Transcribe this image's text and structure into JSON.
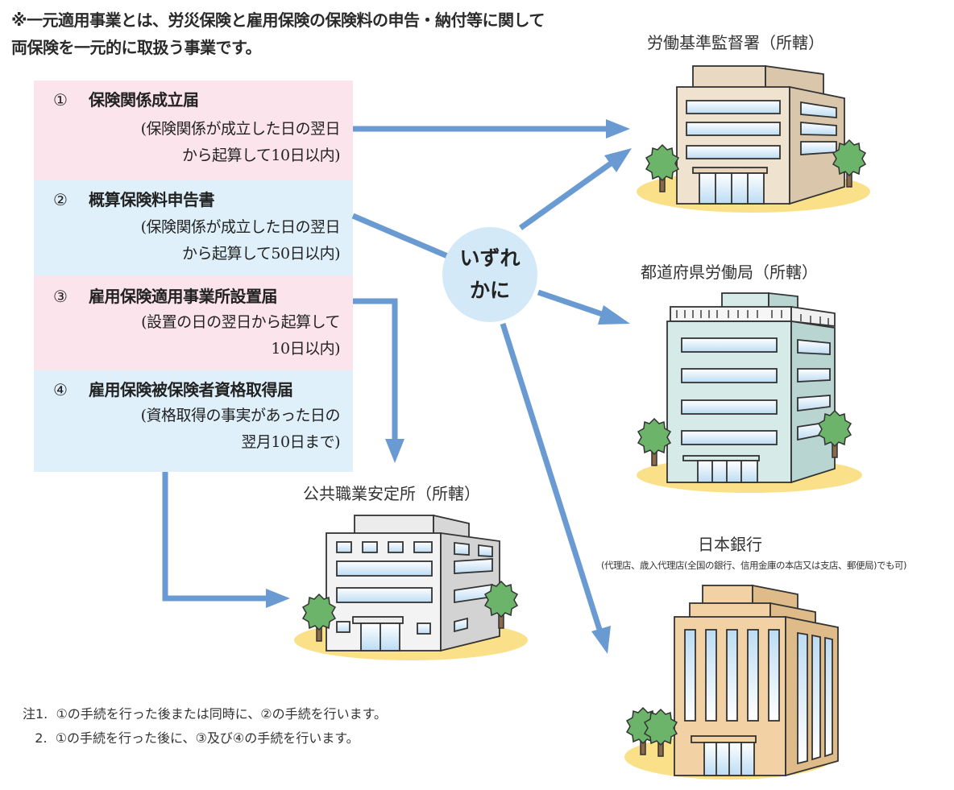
{
  "intro": {
    "line1": "※一元適用事業とは、労災保険と雇用保険の保険料の申告・納付等に関して",
    "line2": "両保険を一元的に取扱う事業です。"
  },
  "forms": [
    {
      "number": "①",
      "title": "保険関係成立届",
      "note_lines": [
        "(保険関係が成立した日の翌日",
        "から起算して10日以内)"
      ],
      "color": "#fbe4ec"
    },
    {
      "number": "②",
      "title": "概算保険料申告書",
      "note_lines": [
        "(保険関係が成立した日の翌日",
        "から起算して50日以内)"
      ],
      "color": "#dff0fb"
    },
    {
      "number": "③",
      "title": "雇用保険適用事業所設置届",
      "note_lines": [
        "(設置の日の翌日から起算して",
        "10日以内)"
      ],
      "color": "#fbe4ec"
    },
    {
      "number": "④",
      "title": "雇用保険被保険者資格取得届",
      "note_lines": [
        "(資格取得の事実があった日の",
        "翌月10日まで)"
      ],
      "color": "#dff0fb"
    }
  ],
  "bubble": {
    "line1": "いずれ",
    "line2": "かに"
  },
  "destinations": {
    "labor_standards": {
      "label": "労働基準監督署（所轄）"
    },
    "prefectural_labor": {
      "label": "都道府県労働局（所轄）"
    },
    "hello_work": {
      "label": "公共職業安定所（所轄）"
    },
    "boj": {
      "label": "日本銀行",
      "sublabel": "(代理店、歳入代理店(全国の銀行、信用金庫の本店又は支店、郵便局)でも可)"
    }
  },
  "notes": [
    "注1.  ①の手続を行った後または同時に、②の手続を行います。",
    "   2.  ①の手続を行った後に、③及び④の手続を行います。"
  ],
  "colors": {
    "arrow": "#6a9ad2",
    "bubble": "#d3e9f8",
    "ground": "#fbe08a",
    "tree": "#6cb46a",
    "window": "#cfe6f7"
  }
}
